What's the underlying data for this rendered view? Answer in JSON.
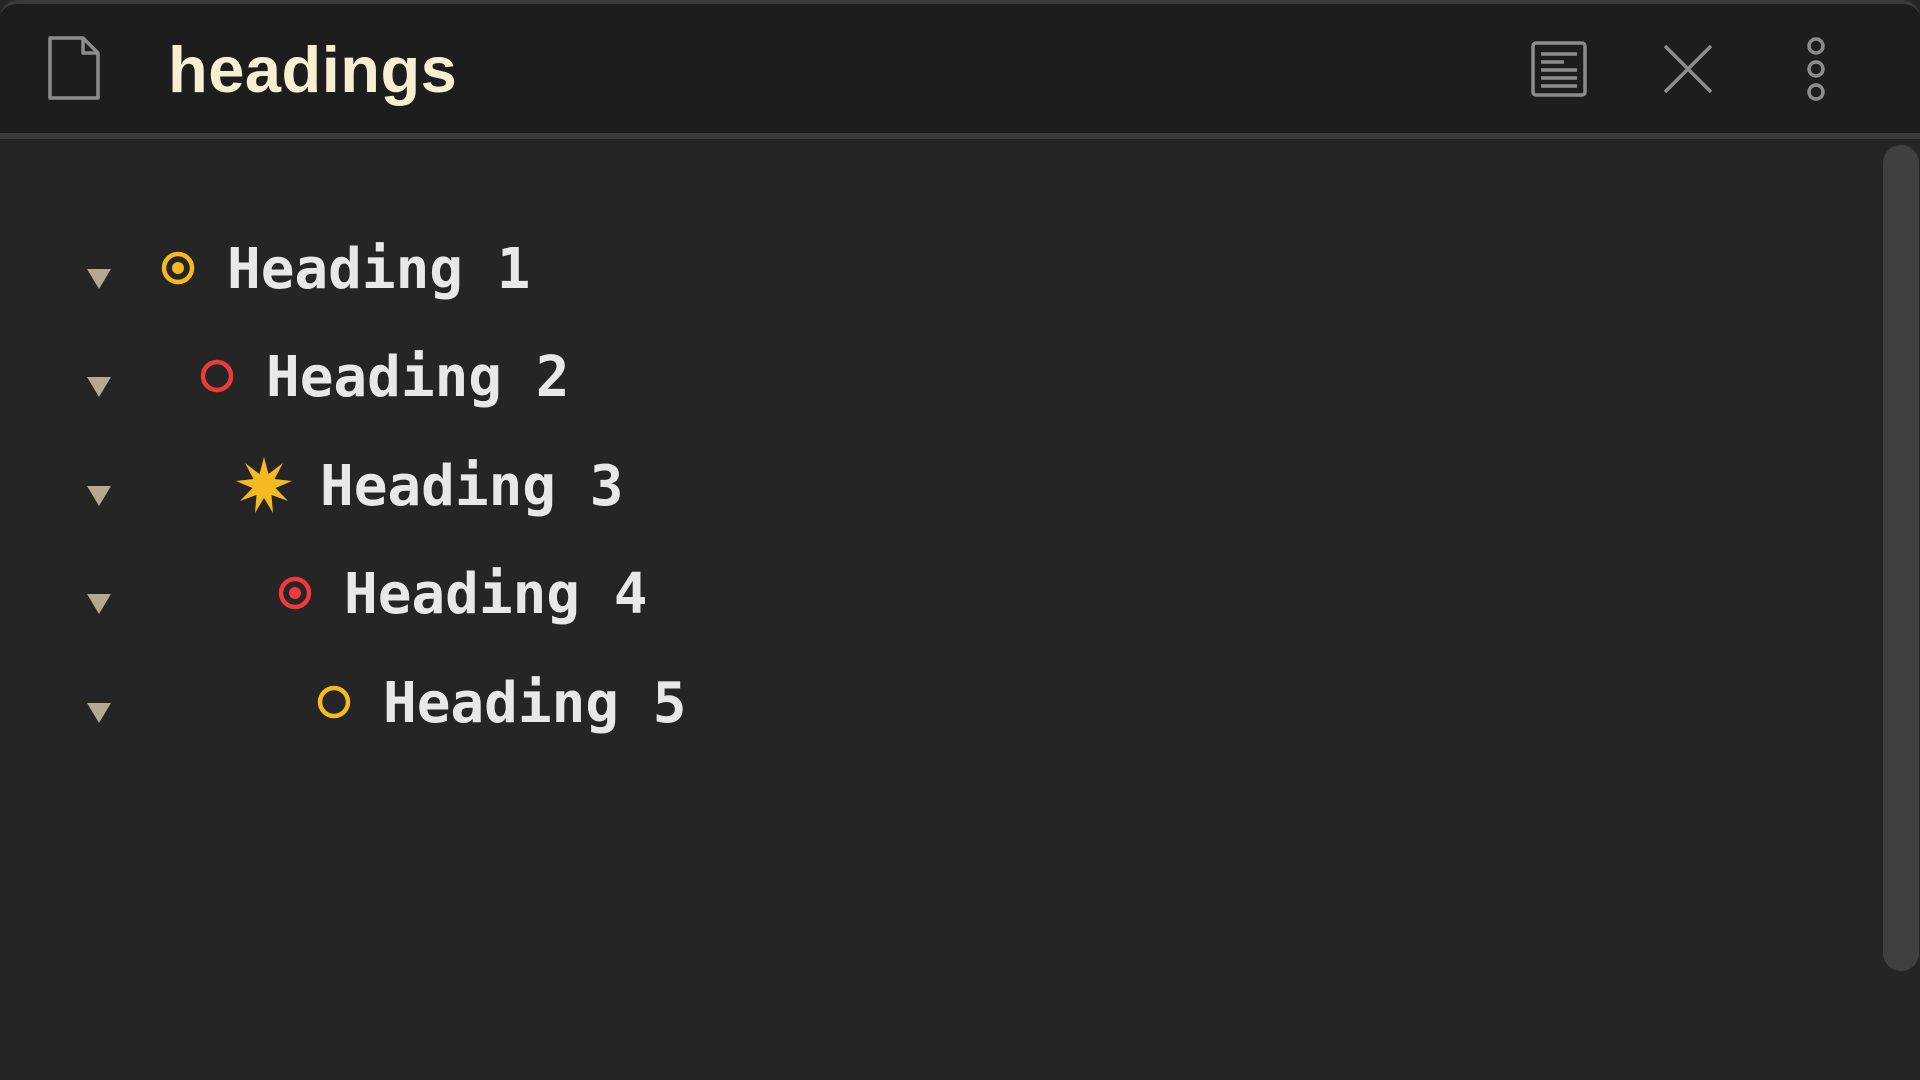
{
  "header": {
    "title": "headings",
    "file_icon": "file-icon",
    "reader_icon": "reading-view-icon",
    "close_icon": "close-icon",
    "more_icon": "more-options-icon"
  },
  "outline": [
    {
      "label": "Heading 1",
      "level": 1,
      "bullet": "dot-in-circle",
      "bullet_color": "#f5b921"
    },
    {
      "label": "Heading 2",
      "level": 2,
      "bullet": "ring",
      "bullet_color": "#ef3a3a"
    },
    {
      "label": "Heading 3",
      "level": 3,
      "bullet": "star-burst",
      "bullet_color": "#f5b921"
    },
    {
      "label": "Heading 4",
      "level": 4,
      "bullet": "dot-in-circle",
      "bullet_color": "#ef3a3a"
    },
    {
      "label": "Heading 5",
      "level": 5,
      "bullet": "ring",
      "bullet_color": "#f5b921"
    }
  ],
  "colors": {
    "background": "#252525",
    "header_background": "#1d1d1d",
    "title": "#f7efd2",
    "heading_text": "#e8e8e8",
    "toggle": "#b4a98e",
    "icon": "#8c8c8c",
    "accent_yellow": "#f5b921",
    "accent_red": "#ef3a3a"
  }
}
